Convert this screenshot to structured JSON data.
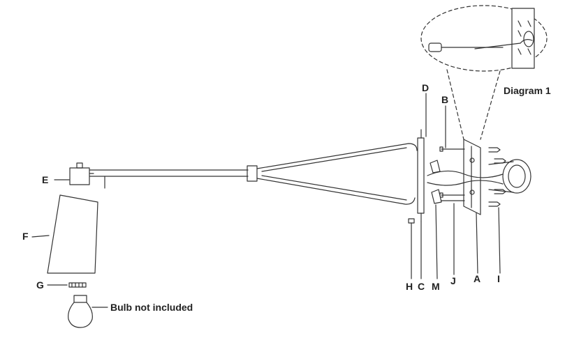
{
  "diagram": {
    "labels": {
      "A": "A",
      "B": "B",
      "C": "C",
      "D": "D",
      "E": "E",
      "F": "F",
      "G": "G",
      "H": "H",
      "I": "I",
      "J": "J",
      "M": "M"
    },
    "inset_caption": "Diagram 1",
    "bulb_note": "Bulb not included"
  },
  "colors": {
    "line": "#333333",
    "fill": "#ffffff"
  }
}
